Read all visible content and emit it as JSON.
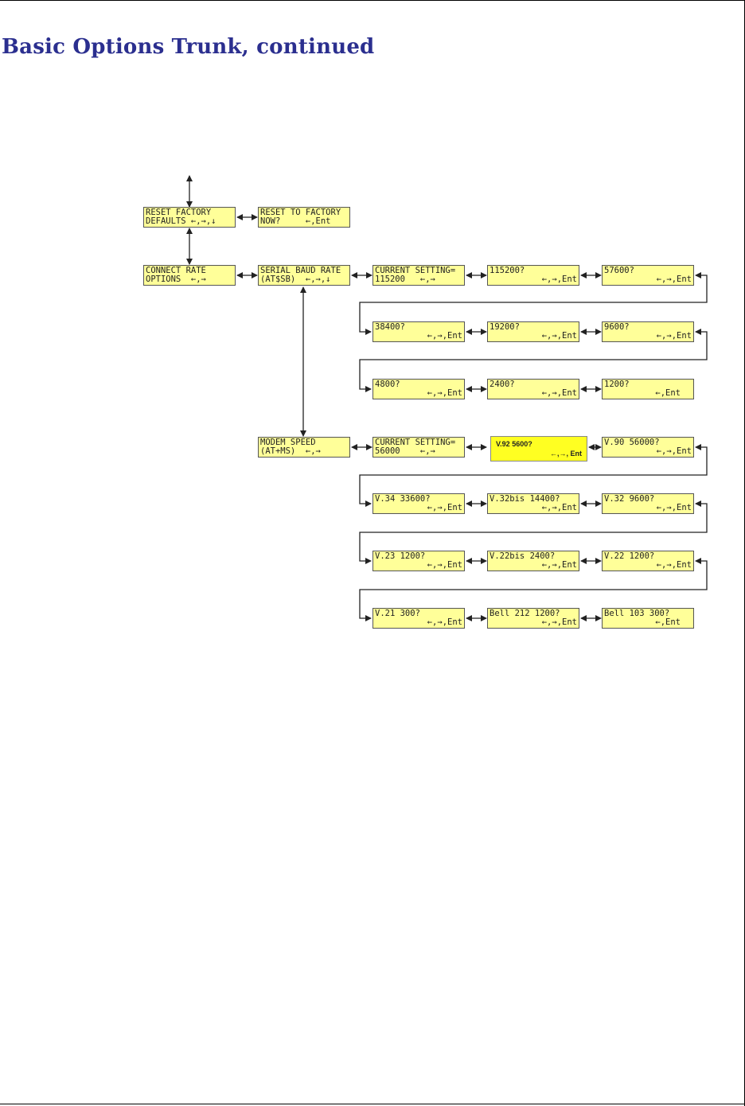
{
  "header": {
    "title": "Basic Options Trunk, continued"
  },
  "menu": {
    "reset_defaults": {
      "line1": "RESET FACTORY",
      "line2": "DEFAULTS ←,→,↓"
    },
    "reset_now": {
      "line1": "RESET TO FACTORY",
      "line2": "NOW?     ←,Ent"
    },
    "connect_rate": {
      "line1": "CONNECT RATE",
      "line2": "OPTIONS  ←,→"
    },
    "serial_baud": {
      "line1": "SERIAL BAUD RATE",
      "line2": "(AT$SB)  ←,→,↓"
    },
    "baud_current": {
      "line1": "CURRENT SETTING=",
      "line2": "115200   ←,→"
    },
    "modem_speed": {
      "line1": "MODEM SPEED",
      "line2": "(AT+MS)  ←,→"
    },
    "modem_current": {
      "line1": "CURRENT SETTING=",
      "line2": "56000    ←,→"
    }
  },
  "baud_options": [
    {
      "label": "115200?",
      "keys": "←,→,Ent"
    },
    {
      "label": "57600?",
      "keys": "←,→,Ent"
    },
    {
      "label": "38400?",
      "keys": "←,→,Ent"
    },
    {
      "label": "19200?",
      "keys": "←,→,Ent"
    },
    {
      "label": "9600?",
      "keys": "←,→,Ent"
    },
    {
      "label": "4800?",
      "keys": "←,→,Ent"
    },
    {
      "label": "2400?",
      "keys": "←,→,Ent"
    },
    {
      "label": "1200?",
      "keys": "←,Ent"
    }
  ],
  "modem_options": [
    {
      "label": "V.92 5600?",
      "keys": "←,→, Ent",
      "highlight": true
    },
    {
      "label": "V.90 56000?",
      "keys": "←,→,Ent"
    },
    {
      "label": "V.34 33600?",
      "keys": "←,→,Ent"
    },
    {
      "label": "V.32bis 14400?",
      "keys": "←,→,Ent"
    },
    {
      "label": "V.32 9600?",
      "keys": "←,→,Ent"
    },
    {
      "label": "V.23 1200?",
      "keys": "←,→,Ent"
    },
    {
      "label": "V.22bis 2400?",
      "keys": "←,→,Ent"
    },
    {
      "label": "V.22 1200?",
      "keys": "←,→,Ent"
    },
    {
      "label": "V.21 300?",
      "keys": "←,→,Ent"
    },
    {
      "label": "Bell 212 1200?",
      "keys": "←,→,Ent"
    },
    {
      "label": "Bell 103 300?",
      "keys": "←,Ent"
    }
  ],
  "colors": {
    "lcd": "#ffff99",
    "lcd_highlight": "#ffff22",
    "title": "#2b2f8f",
    "wire": "#222222"
  }
}
